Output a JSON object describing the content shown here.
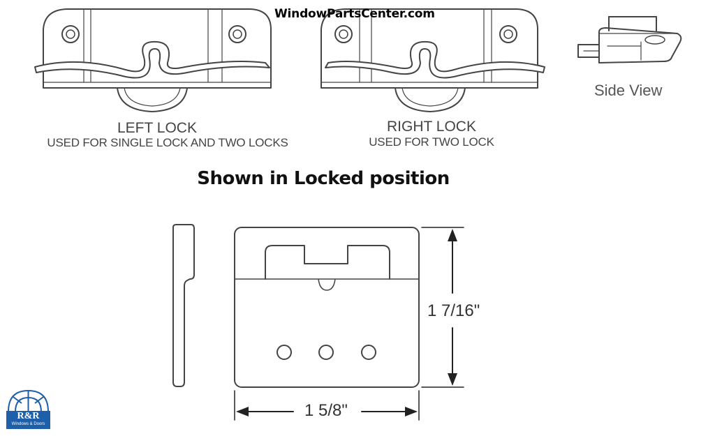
{
  "site": {
    "name": "WindowPartsCenter.com"
  },
  "locks": [
    {
      "title": "LEFT LOCK",
      "subtitle": "USED FOR SINGLE LOCK AND TWO LOCKS"
    },
    {
      "title": "RIGHT LOCK",
      "subtitle": "USED FOR TWO LOCK"
    }
  ],
  "side_view": {
    "label": "Side View"
  },
  "heading": "Shown in Locked position",
  "dimensions": {
    "height": "1 7/16\"",
    "width": "1 5/8\""
  },
  "logo": {
    "name": "R&R",
    "tagline": "Windows & Doors",
    "color": "#1d5fa8"
  }
}
